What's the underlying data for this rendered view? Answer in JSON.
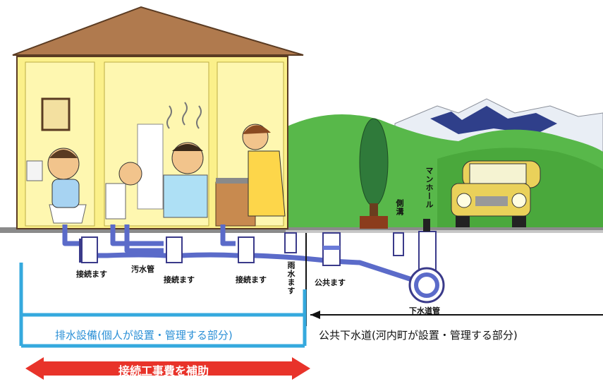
{
  "labels": {
    "connection_box": "接続ます",
    "sewage_pipe": "汚水管",
    "rain_box": "雨水ます",
    "public_box": "公共ます",
    "side_ditch": "側溝",
    "manhole": "マンホール",
    "sewer_main": "下水道管",
    "private_section": "排水設備(個人が設置・管理する部分)",
    "public_section": "公共下水道(河内町が設置・管理する部分)",
    "subsidy": "接続工事費を補助"
  },
  "colors": {
    "roof": "#b07a4e",
    "house": "#fbf08a",
    "hills": "#58b84a",
    "pipe": "#5b6bc9",
    "bracket": "#35a9de",
    "subsidy_arrow": "#e8332a"
  }
}
